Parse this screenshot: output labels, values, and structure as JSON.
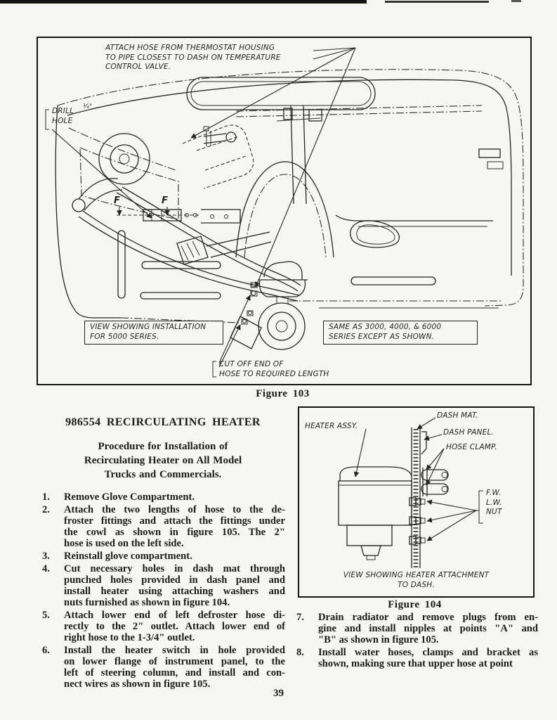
{
  "colors": {
    "paper": "#f8f6f1",
    "ink": "#1b1b1b"
  },
  "page": {
    "number": "39"
  },
  "figure103": {
    "caption": "Figure 103",
    "annotations": {
      "attach_hose": "ATTACH HOSE FROM THERMOSTAT HOUSING\nTO PIPE CLOSEST TO DASH ON TEMPERATURE\nCONTROL VALVE.",
      "drill_hole": "DRILL\nHOLE",
      "drill_size": "¼\"",
      "f_left": "F",
      "f_right": "F",
      "view_5000": "VIEW SHOWING INSTALLATION\nFOR 5000 SERIES.",
      "same_as": "SAME AS 3000, 4000, & 6000\nSERIES EXCEPT AS SHOWN.",
      "cut_off": "CUT OFF END OF\nHOSE TO REQUIRED LENGTH"
    }
  },
  "article": {
    "heading": "986554 RECIRCULATING HEATER",
    "intro": "Procedure for Installation of\nRecirculating Heater on All Model\nTrucks and Commercials.",
    "steps": [
      {
        "num": "1.",
        "text": "Remove Glove Compartment."
      },
      {
        "num": "2.",
        "text": "Attach the two lengths of hose to the de-\nfroster fittings and attach the fittings under\nthe cowl as shown in figure 105. The 2\"\nhose is used on the left side."
      },
      {
        "num": "3.",
        "text": "Reinstall glove compartment."
      },
      {
        "num": "4.",
        "text": "Cut necessary holes in dash mat through\npunched holes provided in dash panel and\ninstall heater using attaching washers and\nnuts furnished as shown in figure 104."
      },
      {
        "num": "5.",
        "text": "Attach lower end of left defroster hose di-\nrectly to the 2\" outlet. Attach lower end of\nright hose to the 1-3/4\" outlet."
      },
      {
        "num": "6.",
        "text": "Install the heater switch in hole provided\non lower flange of instrument panel, to the\nleft of steering column, and install and con-\nnect wires as shown in figure 105."
      },
      {
        "num": "7.",
        "text": "Drain radiator and remove plugs from en-\ngine and install nipples at points \"A\" and\n\"B\" as shown in figure 105."
      },
      {
        "num": "8.",
        "text": "Install water hoses, clamps and bracket as\nshown, making sure that upper hose at point"
      }
    ]
  },
  "figure104": {
    "caption": "Figure 104",
    "labels": {
      "heater_assy": "HEATER ASSY.",
      "dash_mat": "DASH MAT.",
      "dash_panel": "DASH PANEL.",
      "hose_clamp": "HOSE CLAMP.",
      "fw_lw_nut": "F.W.\nL.W.\nNUT"
    },
    "view_caption": "VIEW SHOWING HEATER ATTACHMENT\nTO DASH."
  }
}
